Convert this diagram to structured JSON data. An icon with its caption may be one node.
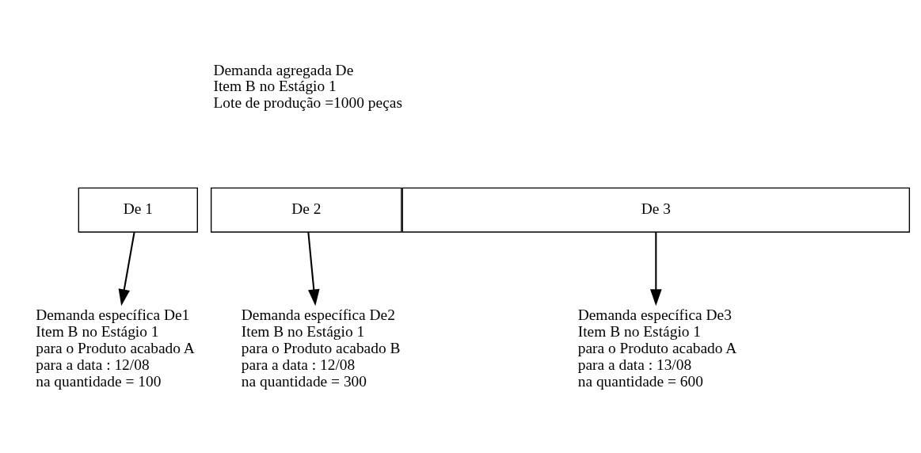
{
  "diagram": {
    "nodes": [
      {
        "text": [
          "Demanda agregada De",
          "Item B no Estágio 1",
          "Lote de produção =1000 peças"
        ]
      },
      {
        "text": [
          "De 1"
        ]
      },
      {
        "text": [
          "De 2"
        ]
      },
      {
        "text": [
          "De 3"
        ]
      },
      {
        "text": [
          "Demanda específica De1",
          "Item B no Estágio 1",
          "para o Produto acabado A",
          "para a data : 12/08",
          "na quantidade = 100"
        ]
      },
      {
        "text": [
          "Demanda específica De2",
          "Item B no Estágio 1",
          "para o Produto acabado B",
          "para a data : 12/08",
          "na quantidade = 300"
        ]
      },
      {
        "text": [
          "Demanda específica De3",
          "Item B no Estágio 1",
          "para o Produto acabado A",
          "para a data : 13/08",
          "na quantidade = 600"
        ]
      }
    ],
    "edges": [
      {
        "from": 1,
        "to": 4,
        "arrow": "to"
      },
      {
        "from": 2,
        "to": 5,
        "arrow": "to"
      },
      {
        "from": 3,
        "to": 6,
        "arrow": "to"
      }
    ]
  }
}
